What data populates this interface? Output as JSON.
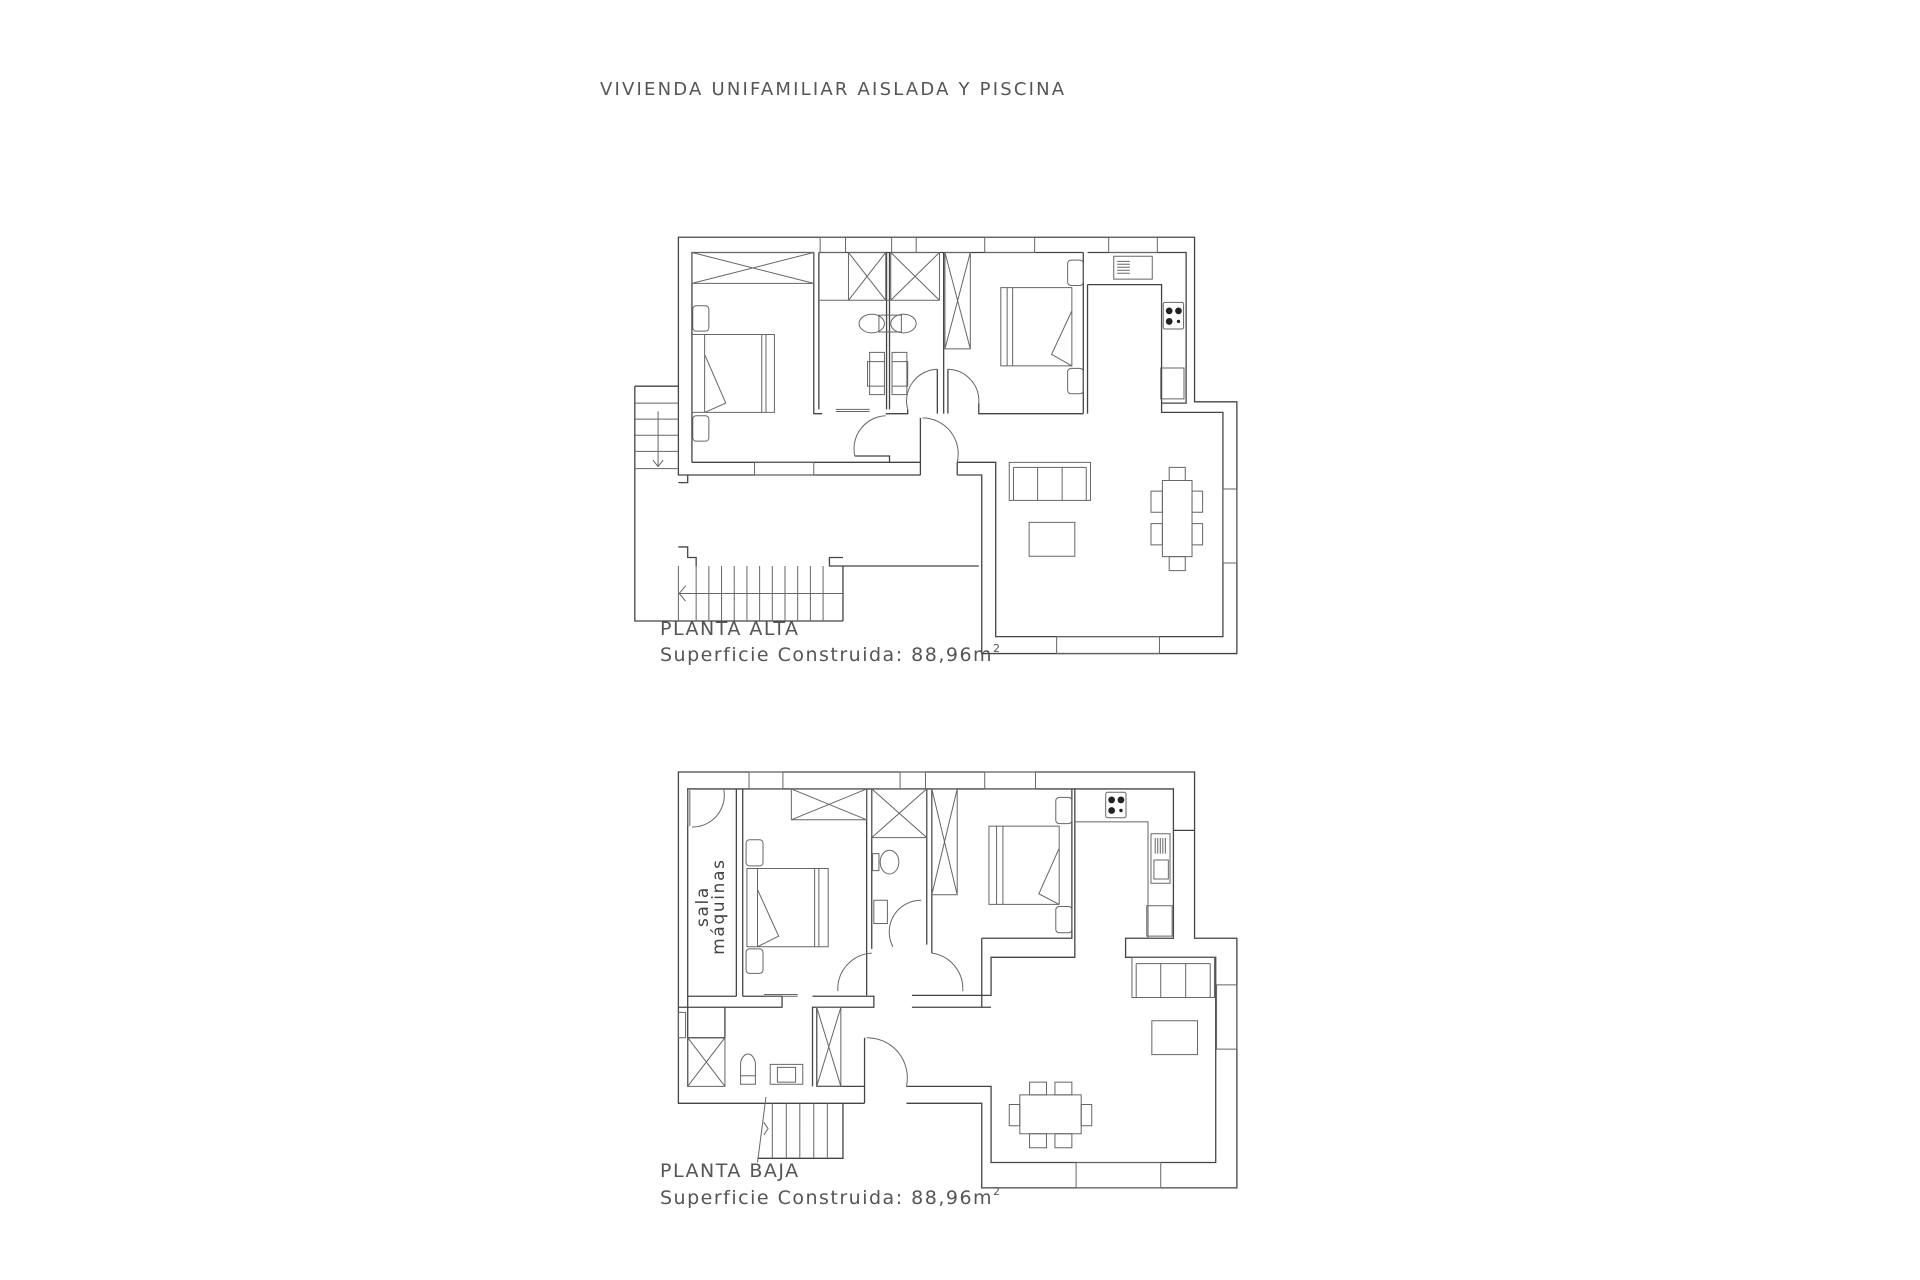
{
  "title": "VIVIENDA UNIFAMILIAR AISLADA Y PISCINA",
  "plans": [
    {
      "name": "PLANTA ALTA",
      "area_label": "Superficie Construida: 88,96m",
      "area_sup": "2"
    },
    {
      "name": "PLANTA BAJA",
      "area_label": "Superficie Construida: 88,96m",
      "area_sup": "2",
      "rooms": [
        {
          "line1": "sala",
          "line2": "máquinas"
        }
      ]
    }
  ]
}
